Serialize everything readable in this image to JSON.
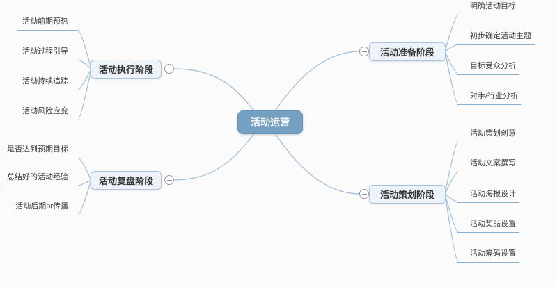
{
  "mindmap": {
    "root": "活动运营",
    "branches": [
      {
        "label": "活动准备阶段",
        "side": "right",
        "children": [
          "明确活动目标",
          "初步确定活动主题",
          "目标受众分析",
          "对手/行业分析"
        ]
      },
      {
        "label": "活动策划阶段",
        "side": "right",
        "children": [
          "活动策划创意",
          "活动文案撰写",
          "活动海报设计",
          "活动奖品设置",
          "活动筹码设置"
        ]
      },
      {
        "label": "活动执行阶段",
        "side": "left",
        "children": [
          "活动前期预热",
          "活动过程引导",
          "活动持续追踪",
          "活动风险应变"
        ]
      },
      {
        "label": "活动复盘阶段",
        "side": "left",
        "children": [
          "是否达到预期目标",
          "总结好的活动经验",
          "活动后期pr传播"
        ]
      }
    ]
  },
  "colors": {
    "background": "#fbfbfb",
    "root_fill": "#75a0c1",
    "root_text": "#f7fafc",
    "branch_fill": "#eef3f9",
    "branch_border": "#a9c4dc",
    "connector": "#a3c1da",
    "child_underline": "#8aafd0",
    "expander_border": "#999999"
  }
}
